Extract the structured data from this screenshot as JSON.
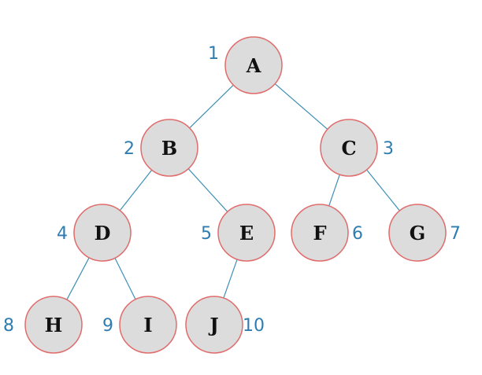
{
  "colors": {
    "node_fill": "#dcdcdc",
    "node_stroke": "#e06c6c",
    "edge": "#3e8fb4",
    "index_text": "#2f7db0",
    "label_text": "#111111"
  },
  "nodes": [
    {
      "id": "A",
      "label": "A",
      "index": "1"
    },
    {
      "id": "B",
      "label": "B",
      "index": "2"
    },
    {
      "id": "C",
      "label": "C",
      "index": "3"
    },
    {
      "id": "D",
      "label": "D",
      "index": "4"
    },
    {
      "id": "E",
      "label": "E",
      "index": "5"
    },
    {
      "id": "F",
      "label": "F",
      "index": "6"
    },
    {
      "id": "G",
      "label": "G",
      "index": "7"
    },
    {
      "id": "H",
      "label": "H",
      "index": "8"
    },
    {
      "id": "I",
      "label": "I",
      "index": "9"
    },
    {
      "id": "J",
      "label": "J",
      "index": "10"
    }
  ],
  "edges": [
    {
      "from": "A",
      "to": "B"
    },
    {
      "from": "A",
      "to": "C"
    },
    {
      "from": "B",
      "to": "D"
    },
    {
      "from": "B",
      "to": "E"
    },
    {
      "from": "C",
      "to": "F"
    },
    {
      "from": "C",
      "to": "G"
    },
    {
      "from": "D",
      "to": "H"
    },
    {
      "from": "D",
      "to": "I"
    },
    {
      "from": "E",
      "to": "J"
    }
  ]
}
